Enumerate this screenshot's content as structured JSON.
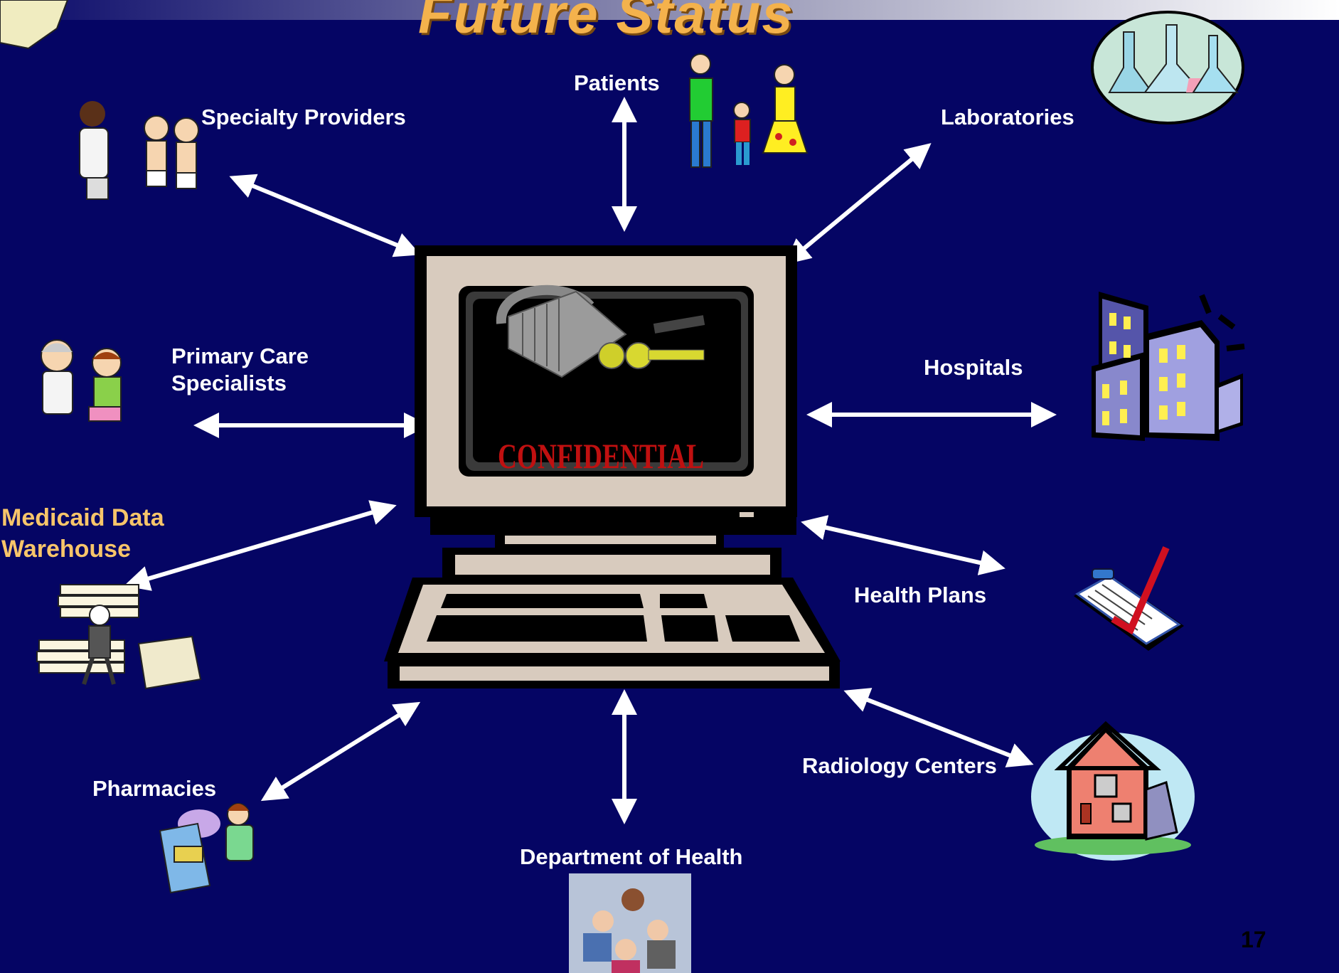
{
  "slide": {
    "title": "Future Status",
    "page_number": "17",
    "center": {
      "screen_text": "CONFIDENTIAL"
    },
    "nodes": {
      "specialty_providers": "Specialty  Providers",
      "patients": "Patients",
      "laboratories": "Laboratories",
      "primary_care_line1": "Primary Care",
      "primary_care_line2": "Specialists",
      "hospitals": "Hospitals",
      "medicaid_line1": "Medicaid Data",
      "medicaid_line2": "Warehouse",
      "health_plans": "Health Plans",
      "pharmacies": "Pharmacies",
      "radiology_centers": "Radiology Centers",
      "department_of_health": "Department of Health"
    }
  }
}
